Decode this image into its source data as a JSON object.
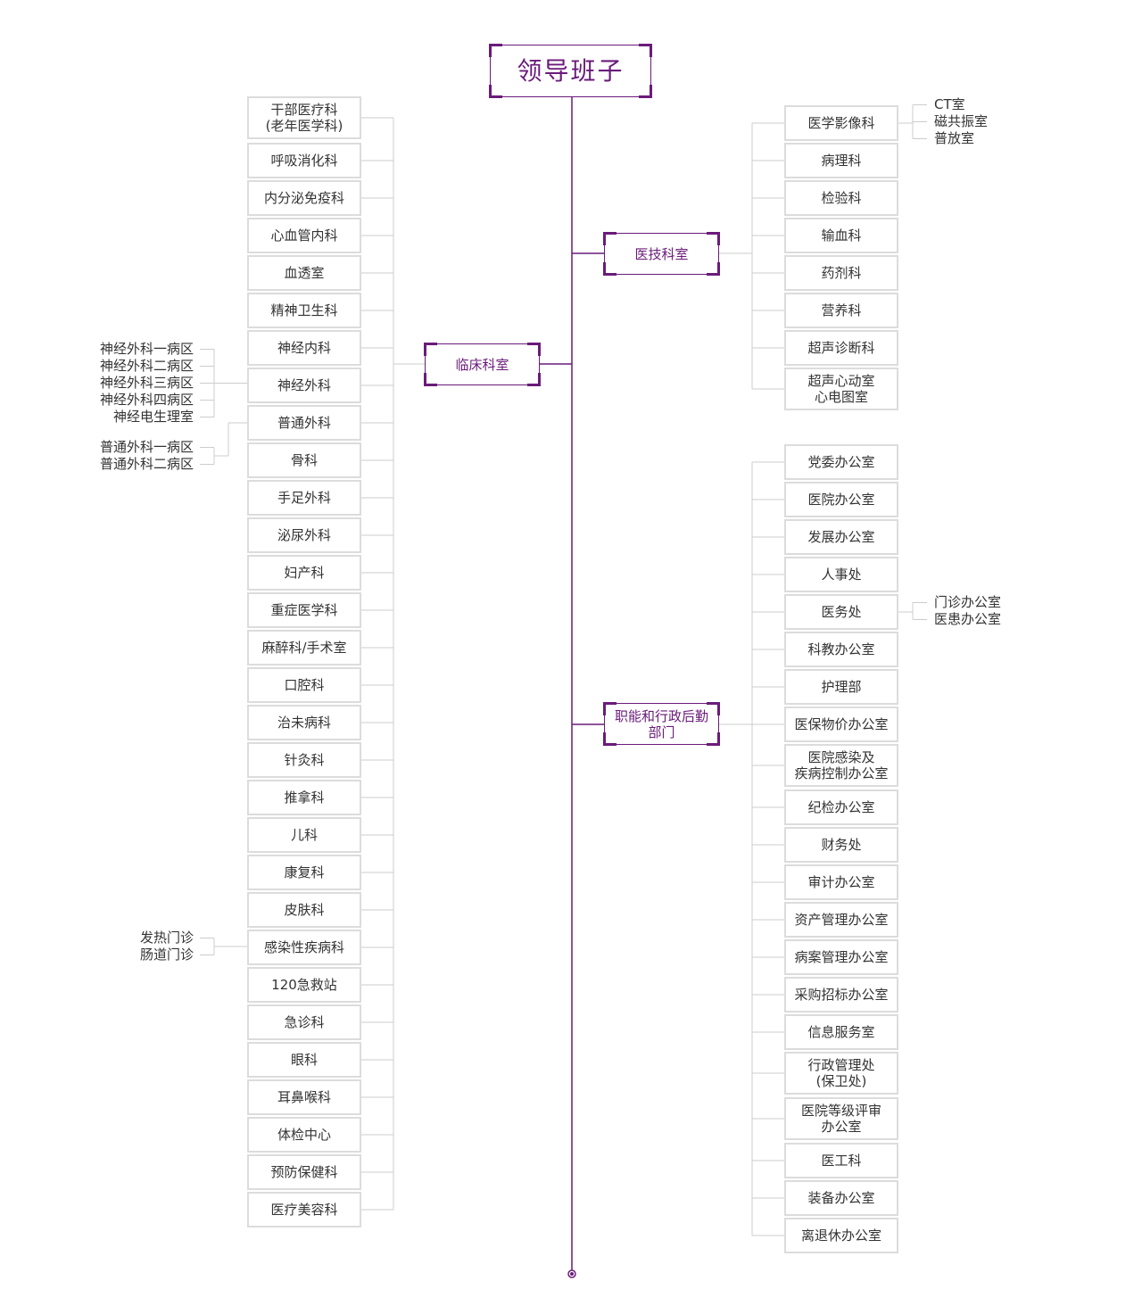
{
  "colors": {
    "accent": "#6a1b7a",
    "node_border": "#dcdcdc",
    "line": "#cccccc"
  },
  "root": {
    "label": "领导班子"
  },
  "branches": {
    "clinical": {
      "label": "临床科室",
      "items": [
        "干部医疗科\n(老年医学科)",
        "呼吸消化科",
        "内分泌免疫科",
        "心血管内科",
        "血透室",
        "精神卫生科",
        "神经内科",
        "神经外科",
        "普通外科",
        "骨科",
        "手足外科",
        "泌尿外科",
        "妇产科",
        "重症医学科",
        "麻醉科/手术室",
        "口腔科",
        "治未病科",
        "针灸科",
        "推拿科",
        "儿科",
        "康复科",
        "皮肤科",
        "感染性疾病科",
        "120急救站",
        "急诊科",
        "眼科",
        "耳鼻喉科",
        "体检中心",
        "预防保健科",
        "医疗美容科"
      ],
      "sub_groups": [
        {
          "parent": "神经外科",
          "items": [
            "神经外科一病区",
            "神经外科二病区",
            "神经外科三病区",
            "神经外科四病区",
            "神经电生理室"
          ]
        },
        {
          "parent": "普通外科",
          "items": [
            "普通外科一病区",
            "普通外科二病区"
          ]
        },
        {
          "parent": "感染性疾病科",
          "items": [
            "发热门诊",
            "肠道门诊"
          ]
        }
      ]
    },
    "medtech": {
      "label": "医技科室",
      "items": [
        "医学影像科",
        "病理科",
        "检验科",
        "输血科",
        "药剂科",
        "营养科",
        "超声诊断科",
        "超声心动室\n心电图室"
      ],
      "sub_groups": [
        {
          "parent": "医学影像科",
          "items": [
            "CT室",
            "磁共振室",
            "普放室"
          ]
        }
      ]
    },
    "admin": {
      "label": "职能和行政后勤\n部门",
      "items": [
        "党委办公室",
        "医院办公室",
        "发展办公室",
        "人事处",
        "医务处",
        "科教办公室",
        "护理部",
        "医保物价办公室",
        "医院感染及\n疾病控制办公室",
        "纪检办公室",
        "财务处",
        "审计办公室",
        "资产管理办公室",
        "病案管理办公室",
        "采购招标办公室",
        "信息服务室",
        "行政管理处\n(保卫处)",
        "医院等级评审\n办公室",
        "医工科",
        "装备办公室",
        "离退休办公室"
      ],
      "sub_groups": [
        {
          "parent": "医务处",
          "items": [
            "门诊办公室",
            "医患办公室"
          ]
        }
      ]
    }
  }
}
